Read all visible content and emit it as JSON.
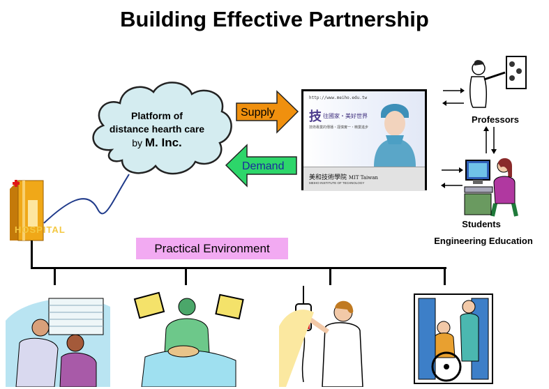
{
  "title": "Building Effective Partnership",
  "cloud": {
    "line1": "Platform of",
    "line2": "distance hearth care",
    "by": "by",
    "company": "M. Inc."
  },
  "arrows": {
    "supply": "Supply",
    "demand": "Demand"
  },
  "website": {
    "url": "http://www.meiho.edu.tw",
    "logo_char": "技",
    "slogan_line1": "往國家・美好世界",
    "slogan_line2": "技術專業的傳播・謹慎實一・精業進步",
    "school_name_cn": "美和技術學院",
    "school_name_tag": "MIT Taiwan",
    "school_name_en": "MEIHO INSTITUTE OF TECHNOLOGY"
  },
  "roles": {
    "professors": "Professors",
    "students": "Students",
    "education": "Engineering Education"
  },
  "hospital_label": "HOSPITAL",
  "environment_label": "Practical  Environment",
  "colors": {
    "supply_arrow": "#f0900e",
    "demand_arrow": "#2dd66a",
    "environment_box": "#f2aaf2",
    "cloud_fill": "#d4ecf0",
    "hospital": "#f0a818",
    "connector_line": "#1f3a8a"
  },
  "icons": [
    "cloud-icon",
    "hospital-icon",
    "professor-icon",
    "student-computer-icon",
    "doctor-patient-icon",
    "surgery-icon",
    "nurse-iv-icon",
    "wheelchair-icon"
  ]
}
